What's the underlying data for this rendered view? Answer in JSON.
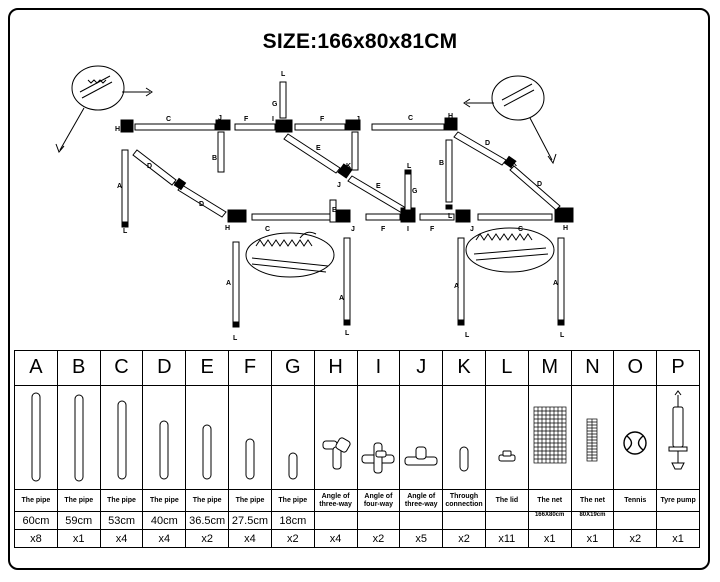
{
  "title": "SIZE:166x80x81CM",
  "diagram_labels": [
    "L",
    "G",
    "I",
    "F",
    "J",
    "H",
    "C",
    "D",
    "K",
    "E",
    "A",
    "B"
  ],
  "parts": [
    {
      "letter": "A",
      "name": "The pipe",
      "size": "60cm",
      "qty": "x8",
      "icon": "pipe-icon"
    },
    {
      "letter": "B",
      "name": "The pipe",
      "size": "59cm",
      "qty": "x1",
      "icon": "pipe-icon"
    },
    {
      "letter": "C",
      "name": "The pipe",
      "size": "53cm",
      "qty": "x4",
      "icon": "pipe-icon"
    },
    {
      "letter": "D",
      "name": "The pipe",
      "size": "40cm",
      "qty": "x4",
      "icon": "pipe-icon"
    },
    {
      "letter": "E",
      "name": "The pipe",
      "size": "36.5cm",
      "qty": "x2",
      "icon": "pipe-icon"
    },
    {
      "letter": "F",
      "name": "The pipe",
      "size": "27.5cm",
      "qty": "x4",
      "icon": "pipe-icon"
    },
    {
      "letter": "G",
      "name": "The pipe",
      "size": "18cm",
      "qty": "x2",
      "icon": "pipe-icon"
    },
    {
      "letter": "H",
      "name": "Angle of three-way",
      "size": "",
      "qty": "x4",
      "icon": "angle-three-way-icon"
    },
    {
      "letter": "I",
      "name": "Angle of four-way",
      "size": "",
      "qty": "x2",
      "icon": "four-way-connector-icon"
    },
    {
      "letter": "J",
      "name": "Angle of three-way",
      "size": "",
      "qty": "x5",
      "icon": "tee-connector-icon"
    },
    {
      "letter": "K",
      "name": "Through connection",
      "size": "",
      "qty": "x2",
      "icon": "through-connector-icon"
    },
    {
      "letter": "L",
      "name": "The lid",
      "size": "",
      "qty": "x11",
      "icon": "lid-icon"
    },
    {
      "letter": "M",
      "name": "The net",
      "size": "166X80cm",
      "qty": "x1",
      "icon": "net-icon"
    },
    {
      "letter": "N",
      "name": "The net",
      "size": "80X19cm",
      "qty": "x1",
      "icon": "small-net-icon"
    },
    {
      "letter": "O",
      "name": "Tennis",
      "size": "",
      "qty": "x2",
      "icon": "tennis-ball-icon"
    },
    {
      "letter": "P",
      "name": "Tyre pump",
      "size": "",
      "qty": "x1",
      "icon": "tyre-pump-icon"
    }
  ]
}
